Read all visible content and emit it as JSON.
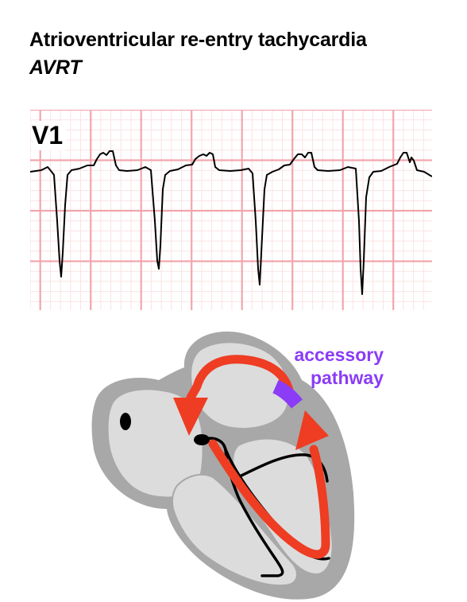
{
  "title": "Atrioventricular re-entry tachycardia",
  "subtitle": "AVRT",
  "ecg": {
    "lead": "V1",
    "colors": {
      "grid_major": "#f2a6ad",
      "grid_minor": "#fbe3e5",
      "trace": "#000000"
    }
  },
  "heart": {
    "accessory_label_line1": "accessory",
    "accessory_label_line2": "pathway",
    "colors": {
      "outer": "#a8a8a8",
      "chamber": "#dcdcdc",
      "circuit": "#ee3d23",
      "accessory": "#8b3cf7",
      "conduction": "#000000"
    }
  }
}
